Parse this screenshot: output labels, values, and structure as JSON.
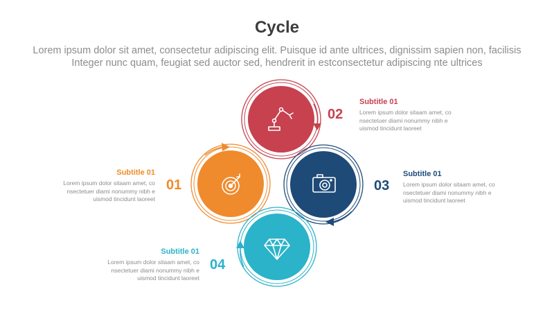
{
  "title": "Cycle",
  "description": [
    "Lorem ipsum dolor sit amet, consectetur adipiscing elit. Puisque id ante ultrices, dignissim sapien non, facilisis",
    "Integer nunc quam, feugiat sed auctor sed, hendrerit in estconsectetur adipiscing nte ultrices"
  ],
  "steps": [
    {
      "number": "01",
      "subtitle": "Subtitle 01",
      "text": [
        "Lorem ipsum dolor sitaam amet, co",
        "nsectetuer diami nonummy  nibh e",
        "uismod tincidunt laoreet"
      ],
      "color": "#ef8b2c",
      "icon": "target-icon"
    },
    {
      "number": "02",
      "subtitle": "Subtitle 01",
      "text": [
        "Lorem ipsum dolor sitaam amet, co",
        "nsectetuer diami nonummy  nibh e",
        "uismod tincidunt laoreet"
      ],
      "color": "#c7414f",
      "icon": "robot-arm-icon"
    },
    {
      "number": "03",
      "subtitle": "Subtitle 01",
      "text": [
        "Lorem ipsum dolor sitaam amet, co",
        "nsectetuer diami nonummy  nibh e",
        "uismod tincidunt laoreet"
      ],
      "color": "#1e4a78",
      "icon": "camera-icon"
    },
    {
      "number": "04",
      "subtitle": "Subtitle 01",
      "text": [
        "Lorem ipsum dolor sitaam amet, co",
        "nsectetuer diami nonummy  nibh e",
        "uismod tincidunt laoreet"
      ],
      "color": "#2bb3c9",
      "icon": "diamond-icon"
    }
  ]
}
